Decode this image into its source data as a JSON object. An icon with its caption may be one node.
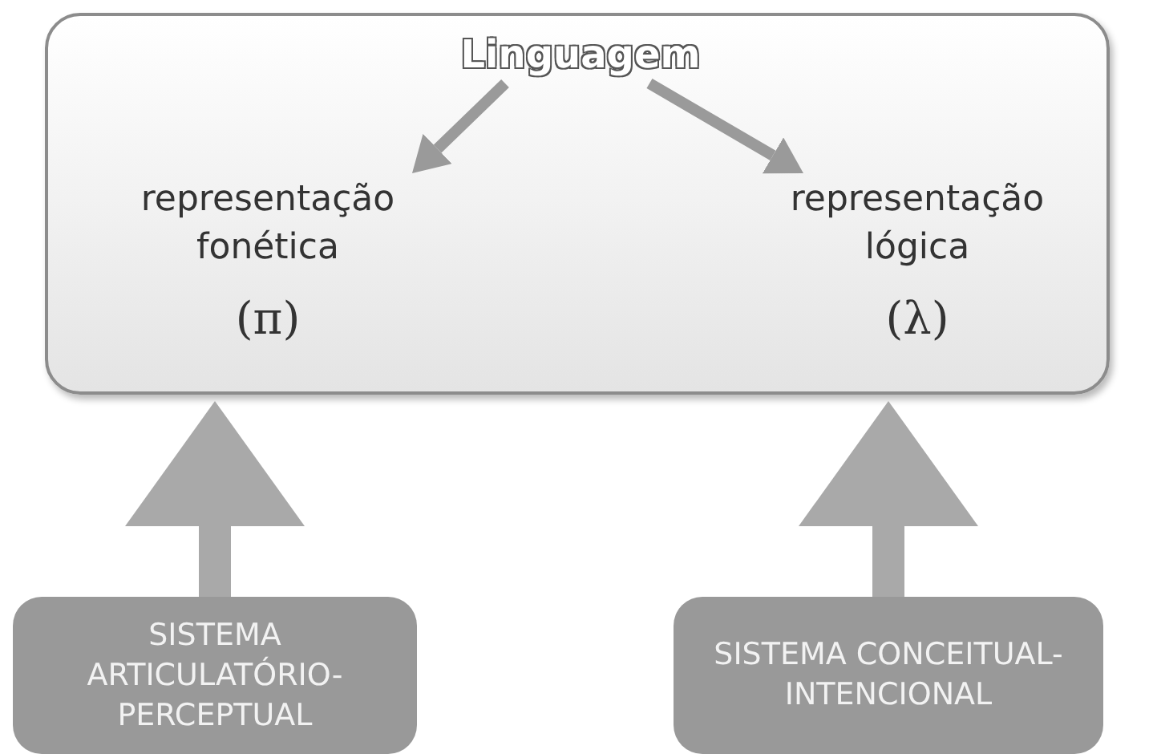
{
  "diagram": {
    "nodes": [
      {
        "text": [],
        "shape": "box"
      },
      {
        "text": [
          "Linguagem"
        ],
        "in": 0
      },
      {
        "text": [
          "representação fonética",
          "(π)"
        ],
        "in": 0
      },
      {
        "text": [
          "representação lógica",
          "(λ)"
        ],
        "in": 0
      },
      {
        "text": [
          "SISTEMA ARTICULATÓRIO-PERCEPTUAL"
        ]
      },
      {
        "text": [
          "SISTEMA CONCEITUAL-INTENCIONAL"
        ]
      }
    ],
    "edges": [
      {
        "from": 1,
        "to": 2,
        "arrow": "to"
      },
      {
        "from": 1,
        "to": 3,
        "arrow": "to"
      },
      {
        "from": 4,
        "to": 0,
        "arrow": "to",
        "style": "thick"
      },
      {
        "from": 5,
        "to": 0,
        "arrow": "to",
        "style": "thick"
      }
    ]
  }
}
